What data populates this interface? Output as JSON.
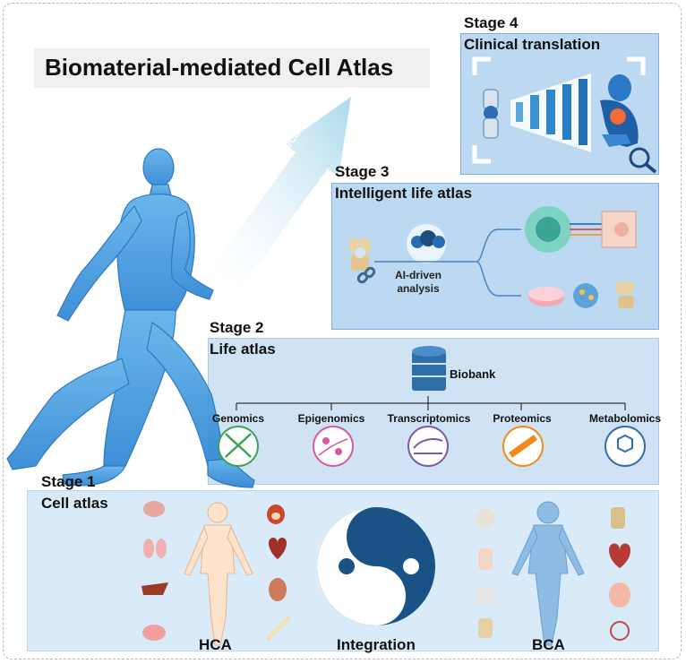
{
  "title": "Biomaterial-mediated Cell Atlas",
  "arrow_label": "Outlook & direction",
  "stage4": {
    "stage": "Stage 4",
    "name": "Clinical translation"
  },
  "stage3": {
    "stage": "Stage 3",
    "name": "Intelligent life atlas",
    "ai_label_line1": "AI-driven",
    "ai_label_line2": "analysis"
  },
  "stage2": {
    "stage": "Stage 2",
    "name": "Life atlas",
    "biobank": "Biobank",
    "omics": [
      "Genomics",
      "Epigenomics",
      "Transcriptomics",
      "Proteomics",
      "Metabolomics"
    ]
  },
  "stage1": {
    "stage": "Stage 1",
    "name": "Cell atlas",
    "left": "HCA",
    "center": "Integration",
    "right": "BCA"
  },
  "colors": {
    "panel_border": "#7fb1e0",
    "panel_fill": "#bdd9f1",
    "yin_yang": "#1a5286",
    "genomics": "#3aa357",
    "epigenomics": "#d55aa0",
    "transcriptomics": "#7b5ba4",
    "proteomics": "#f08a1c",
    "metabolomics": "#2f6ea8"
  },
  "icons": [
    "human-body-walking-illustration",
    "upward-arrow-icon",
    "knee-joint-icon",
    "neural-network-icon",
    "patient-pain-icon",
    "magnifier-icon",
    "gears-icon",
    "link-icon",
    "stem-cell-icon",
    "petri-dish-icon",
    "database-icon",
    "dna-icon",
    "chromatin-icon",
    "rna-icon",
    "protein-icon",
    "molecule-icon",
    "brain-icon",
    "lungs-icon",
    "liver-icon",
    "stomach-icon",
    "mouth-icon",
    "heart-icon",
    "kidney-icon",
    "bone-icon",
    "skull-icon",
    "hand-icon",
    "hip-icon",
    "knee-icon",
    "implant-icon",
    "pacemaker-icon",
    "breast-implant-icon",
    "vessel-icon",
    "yin-yang-icon"
  ]
}
